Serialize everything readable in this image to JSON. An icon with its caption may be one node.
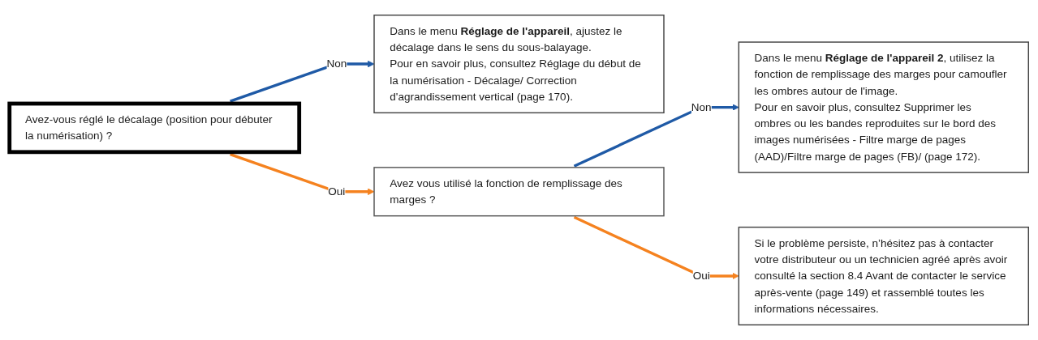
{
  "diagram": {
    "nodes": [
      {
        "text": [
          "Avez-vous réglé le décalage (position pour débuter la numérisation) ?"
        ]
      },
      {
        "text": [
          "Dans le menu **Réglage de l'appareil**, ajustez le décalage dans le sens du sous-balayage.",
          "Pour en savoir plus, consultez Réglage du début de la numérisation - Décalage/ Correction d'agrandissement vertical (page 170)."
        ]
      },
      {
        "text": [
          "Avez vous utilisé la fonction de remplissage des marges ?"
        ]
      },
      {
        "text": [
          "Dans le menu **Réglage de l'appareil 2**, utilisez la fonction de remplissage des marges pour camoufler les ombres autour de l'image.",
          "Pour en savoir plus, consultez Supprimer les ombres ou les bandes reproduites sur le bord des images numérisées - Filtre marge de pages (AAD)/Filtre marge de pages (FB)/ (page 172)."
        ]
      },
      {
        "text": [
          "Si le problème persiste, n’hésitez pas à contacter votre distributeur ou un technicien agréé après avoir consulté la section 8.4 Avant de contacter le service après-vente (page 149) et rassemblé toutes les informations nécessaires."
        ]
      }
    ],
    "edges": [
      {
        "from": 0,
        "to": 1,
        "arrow": "to",
        "label": "Non",
        "color": "#1f5aa6"
      },
      {
        "from": 0,
        "to": 2,
        "arrow": "to",
        "label": "Oui",
        "color": "#f5821f"
      },
      {
        "from": 2,
        "to": 3,
        "arrow": "to",
        "label": "Non",
        "color": "#1f5aa6"
      },
      {
        "from": 2,
        "to": 4,
        "arrow": "to",
        "label": "Oui",
        "color": "#f5821f"
      }
    ]
  }
}
